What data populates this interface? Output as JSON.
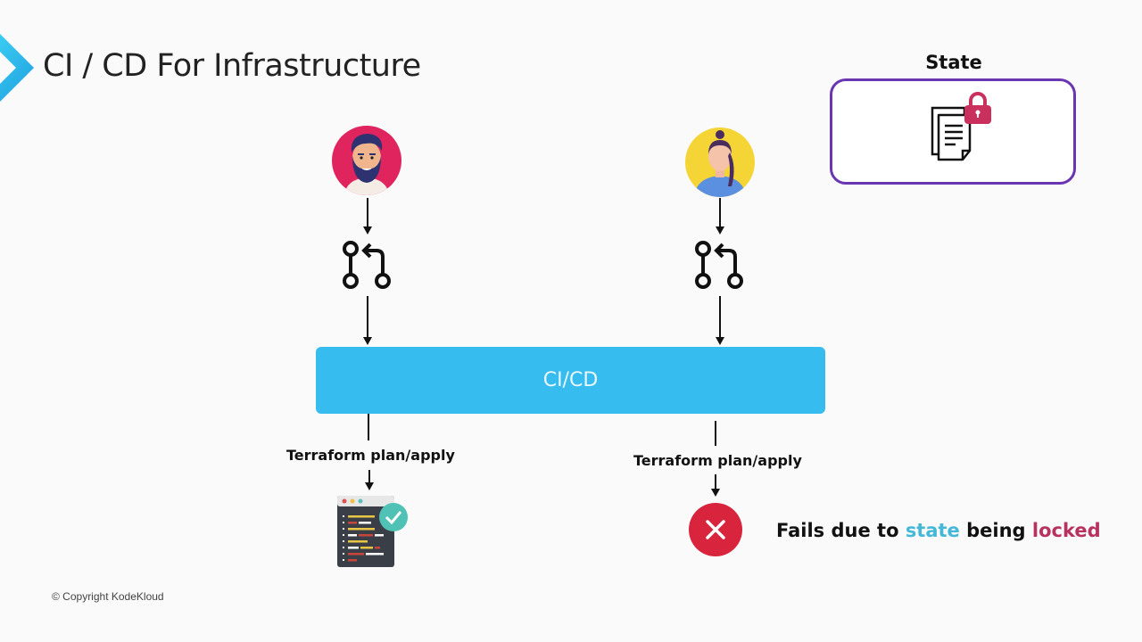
{
  "slide": {
    "title": "CI / CD For Infrastructure",
    "copyright": "© Copyright KodeKloud"
  },
  "state": {
    "label": "State",
    "icon": "locked-document-icon",
    "border_color": "#6a35b0",
    "lock_color": "#c9305e"
  },
  "users": [
    {
      "name": "user-1",
      "avatar": "bearded-man-avatar",
      "bg": "#e0245e"
    },
    {
      "name": "user-2",
      "avatar": "woman-avatar",
      "bg": "#f4d535"
    }
  ],
  "pipeline": {
    "label": "CI/CD",
    "color": "#36bcee"
  },
  "flows": [
    {
      "step_label": "Terraform plan/apply",
      "result": "success",
      "result_icon": "code-window-check-icon"
    },
    {
      "step_label": "Terraform plan/apply",
      "result": "failure",
      "result_icon": "red-x-circle-icon"
    }
  ],
  "failure_message": {
    "part1": "Fails due to ",
    "highlight1": "state",
    "part2": " being ",
    "highlight2": "locked"
  }
}
